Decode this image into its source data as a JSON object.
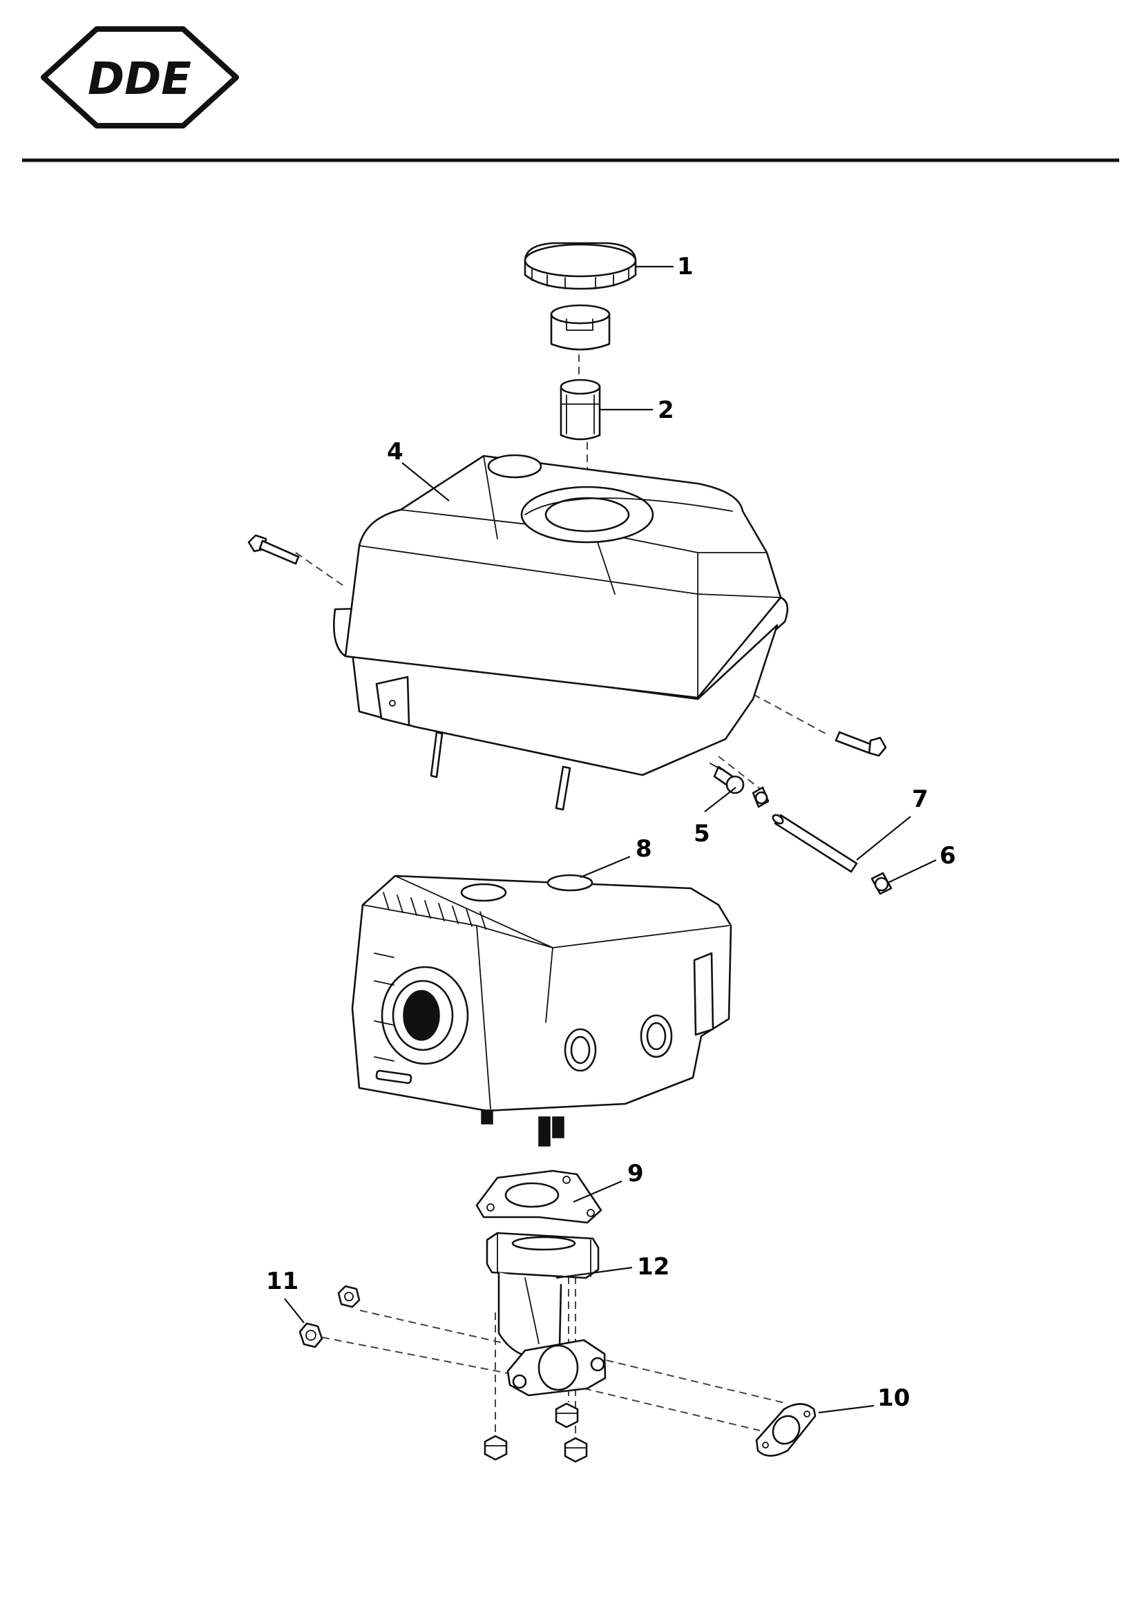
{
  "header": {
    "brand": "DDE"
  },
  "callouts": [
    "1",
    "2",
    "4",
    "5",
    "6",
    "7",
    "8",
    "9",
    "10",
    "11",
    "12"
  ]
}
